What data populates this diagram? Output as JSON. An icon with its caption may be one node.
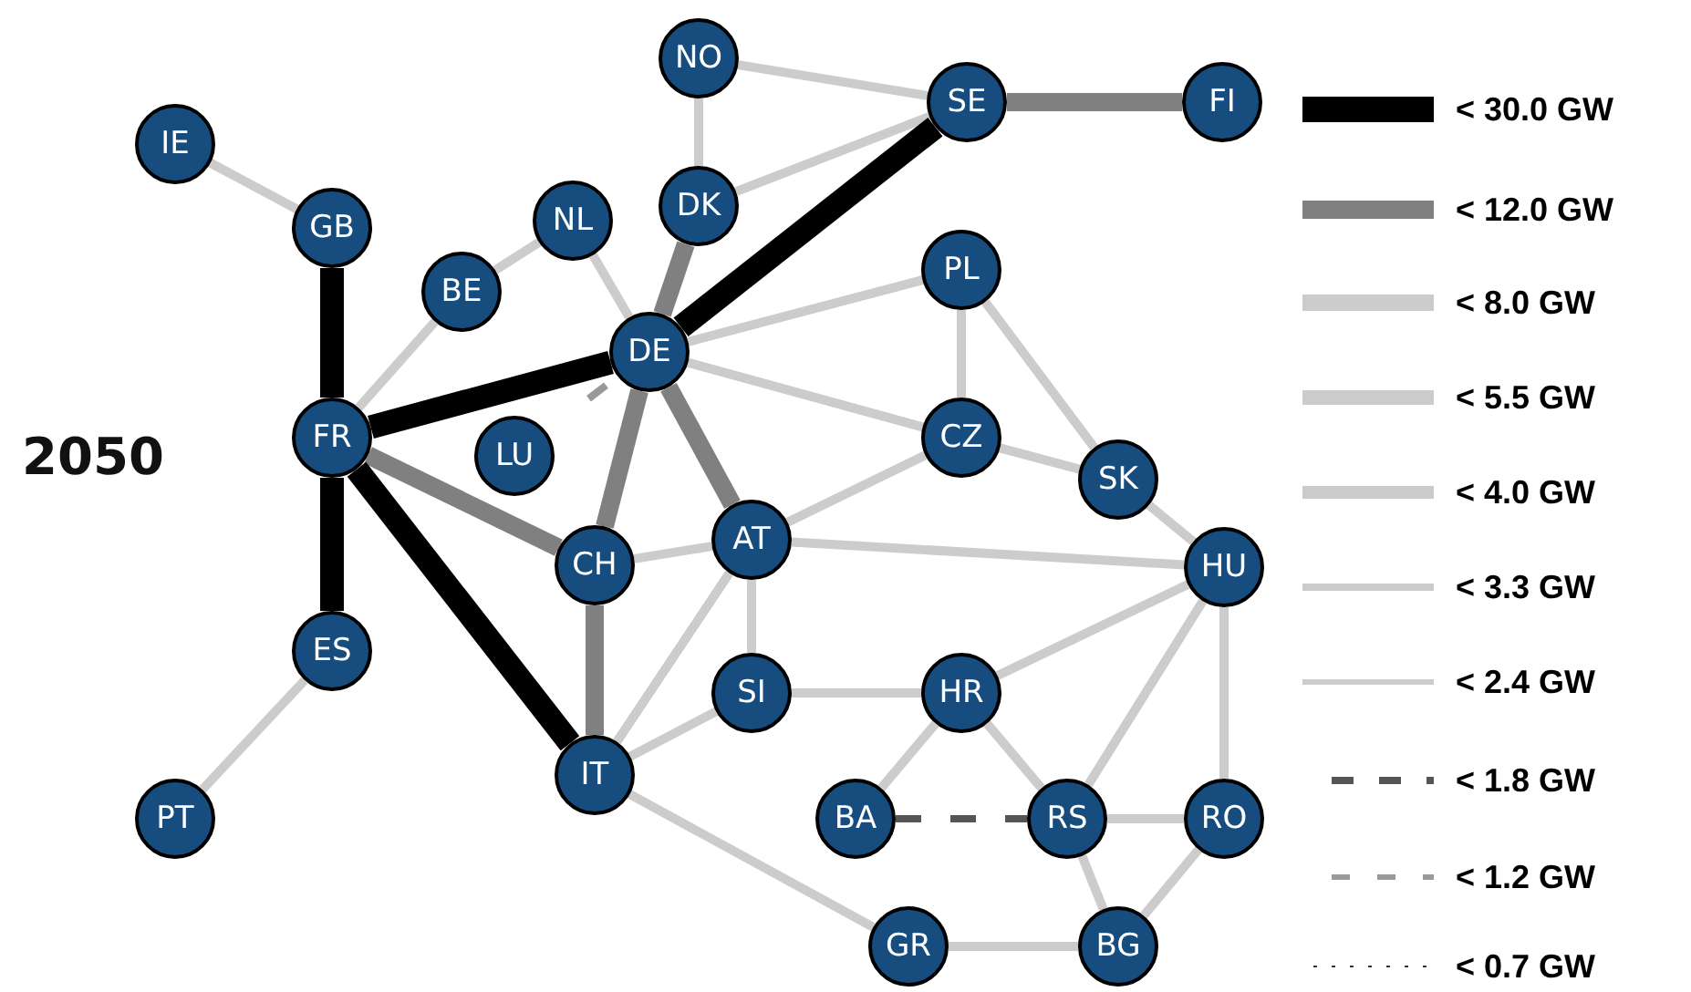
{
  "diagram": {
    "title": "2050",
    "nodes": [
      {
        "text": [
          "IE"
        ]
      },
      {
        "text": [
          "GB"
        ]
      },
      {
        "text": [
          "BE"
        ]
      },
      {
        "text": [
          "NL"
        ]
      },
      {
        "text": [
          "NO"
        ]
      },
      {
        "text": [
          "DK"
        ]
      },
      {
        "text": [
          "SE"
        ]
      },
      {
        "text": [
          "FI"
        ]
      },
      {
        "text": [
          "PL"
        ]
      },
      {
        "text": [
          "DE"
        ]
      },
      {
        "text": [
          "FR"
        ]
      },
      {
        "text": [
          "LU"
        ]
      },
      {
        "text": [
          "CZ"
        ]
      },
      {
        "text": [
          "SK"
        ]
      },
      {
        "text": [
          "CH"
        ]
      },
      {
        "text": [
          "AT"
        ]
      },
      {
        "text": [
          "HU"
        ]
      },
      {
        "text": [
          "ES"
        ]
      },
      {
        "text": [
          "SI"
        ]
      },
      {
        "text": [
          "HR"
        ]
      },
      {
        "text": [
          "IT"
        ]
      },
      {
        "text": [
          "BA"
        ]
      },
      {
        "text": [
          "RS"
        ]
      },
      {
        "text": [
          "RO"
        ]
      },
      {
        "text": [
          "PT"
        ]
      },
      {
        "text": [
          "GR"
        ]
      },
      {
        "text": [
          "BG"
        ]
      }
    ],
    "edges": [
      {
        "from": 0,
        "to": 1,
        "arrow": "none"
      },
      {
        "from": 1,
        "to": 10,
        "arrow": "none",
        "style": "thick",
        "color": "#000000"
      },
      {
        "from": 10,
        "to": 2,
        "arrow": "none"
      },
      {
        "from": 2,
        "to": 3,
        "arrow": "none"
      },
      {
        "from": 3,
        "to": 9,
        "arrow": "none"
      },
      {
        "from": 4,
        "to": 5,
        "arrow": "none"
      },
      {
        "from": 4,
        "to": 6,
        "arrow": "none"
      },
      {
        "from": 5,
        "to": 6,
        "arrow": "none"
      },
      {
        "from": 5,
        "to": 9,
        "arrow": "none",
        "style": "thick",
        "color": "#808080"
      },
      {
        "from": 6,
        "to": 9,
        "arrow": "none",
        "style": "thick",
        "color": "#000000"
      },
      {
        "from": 6,
        "to": 7,
        "arrow": "none",
        "style": "thick",
        "color": "#808080"
      },
      {
        "from": 10,
        "to": 9,
        "arrow": "none",
        "style": "thick",
        "color": "#000000"
      },
      {
        "from": 9,
        "to": 11,
        "arrow": "none",
        "style": "dashed",
        "color": "#999999"
      },
      {
        "from": 9,
        "to": 8,
        "arrow": "none"
      },
      {
        "from": 9,
        "to": 12,
        "arrow": "none"
      },
      {
        "from": 9,
        "to": 14,
        "arrow": "none",
        "style": "thick",
        "color": "#808080"
      },
      {
        "from": 9,
        "to": 15,
        "arrow": "none",
        "style": "thick",
        "color": "#808080"
      },
      {
        "from": 10,
        "to": 14,
        "arrow": "none",
        "style": "thick",
        "color": "#808080"
      },
      {
        "from": 10,
        "to": 20,
        "arrow": "none",
        "style": "thick",
        "color": "#000000"
      },
      {
        "from": 10,
        "to": 17,
        "arrow": "none",
        "style": "thick",
        "color": "#000000"
      },
      {
        "from": 17,
        "to": 24,
        "arrow": "none"
      },
      {
        "from": 8,
        "to": 12,
        "arrow": "none"
      },
      {
        "from": 8,
        "to": 13,
        "arrow": "none"
      },
      {
        "from": 12,
        "to": 13,
        "arrow": "none"
      },
      {
        "from": 12,
        "to": 15,
        "arrow": "none"
      },
      {
        "from": 13,
        "to": 16,
        "arrow": "none"
      },
      {
        "from": 14,
        "to": 15,
        "arrow": "none"
      },
      {
        "from": 14,
        "to": 20,
        "arrow": "none",
        "style": "thick",
        "color": "#808080"
      },
      {
        "from": 15,
        "to": 20,
        "arrow": "none"
      },
      {
        "from": 15,
        "to": 18,
        "arrow": "none"
      },
      {
        "from": 15,
        "to": 16,
        "arrow": "none"
      },
      {
        "from": 20,
        "to": 18,
        "arrow": "none"
      },
      {
        "from": 20,
        "to": 25,
        "arrow": "none"
      },
      {
        "from": 18,
        "to": 19,
        "arrow": "none"
      },
      {
        "from": 19,
        "to": 16,
        "arrow": "none"
      },
      {
        "from": 19,
        "to": 21,
        "arrow": "none"
      },
      {
        "from": 19,
        "to": 22,
        "arrow": "none"
      },
      {
        "from": 21,
        "to": 22,
        "arrow": "none",
        "style": "dashed",
        "color": "#555555"
      },
      {
        "from": 22,
        "to": 16,
        "arrow": "none"
      },
      {
        "from": 22,
        "to": 23,
        "arrow": "none"
      },
      {
        "from": 22,
        "to": 26,
        "arrow": "none"
      },
      {
        "from": 16,
        "to": 23,
        "arrow": "none"
      },
      {
        "from": 23,
        "to": 26,
        "arrow": "none"
      },
      {
        "from": 25,
        "to": 26,
        "arrow": "none"
      }
    ],
    "legend": [
      {
        "text": "< 30.0 GW"
      },
      {
        "text": "< 12.0 GW"
      },
      {
        "text": "< 8.0 GW"
      },
      {
        "text": "< 5.5 GW"
      },
      {
        "text": "< 4.0 GW"
      },
      {
        "text": "< 3.3 GW"
      },
      {
        "text": "< 2.4 GW"
      },
      {
        "text": "< 1.8 GW"
      },
      {
        "text": "< 1.2 GW"
      },
      {
        "text": "< 0.7 GW"
      }
    ]
  }
}
